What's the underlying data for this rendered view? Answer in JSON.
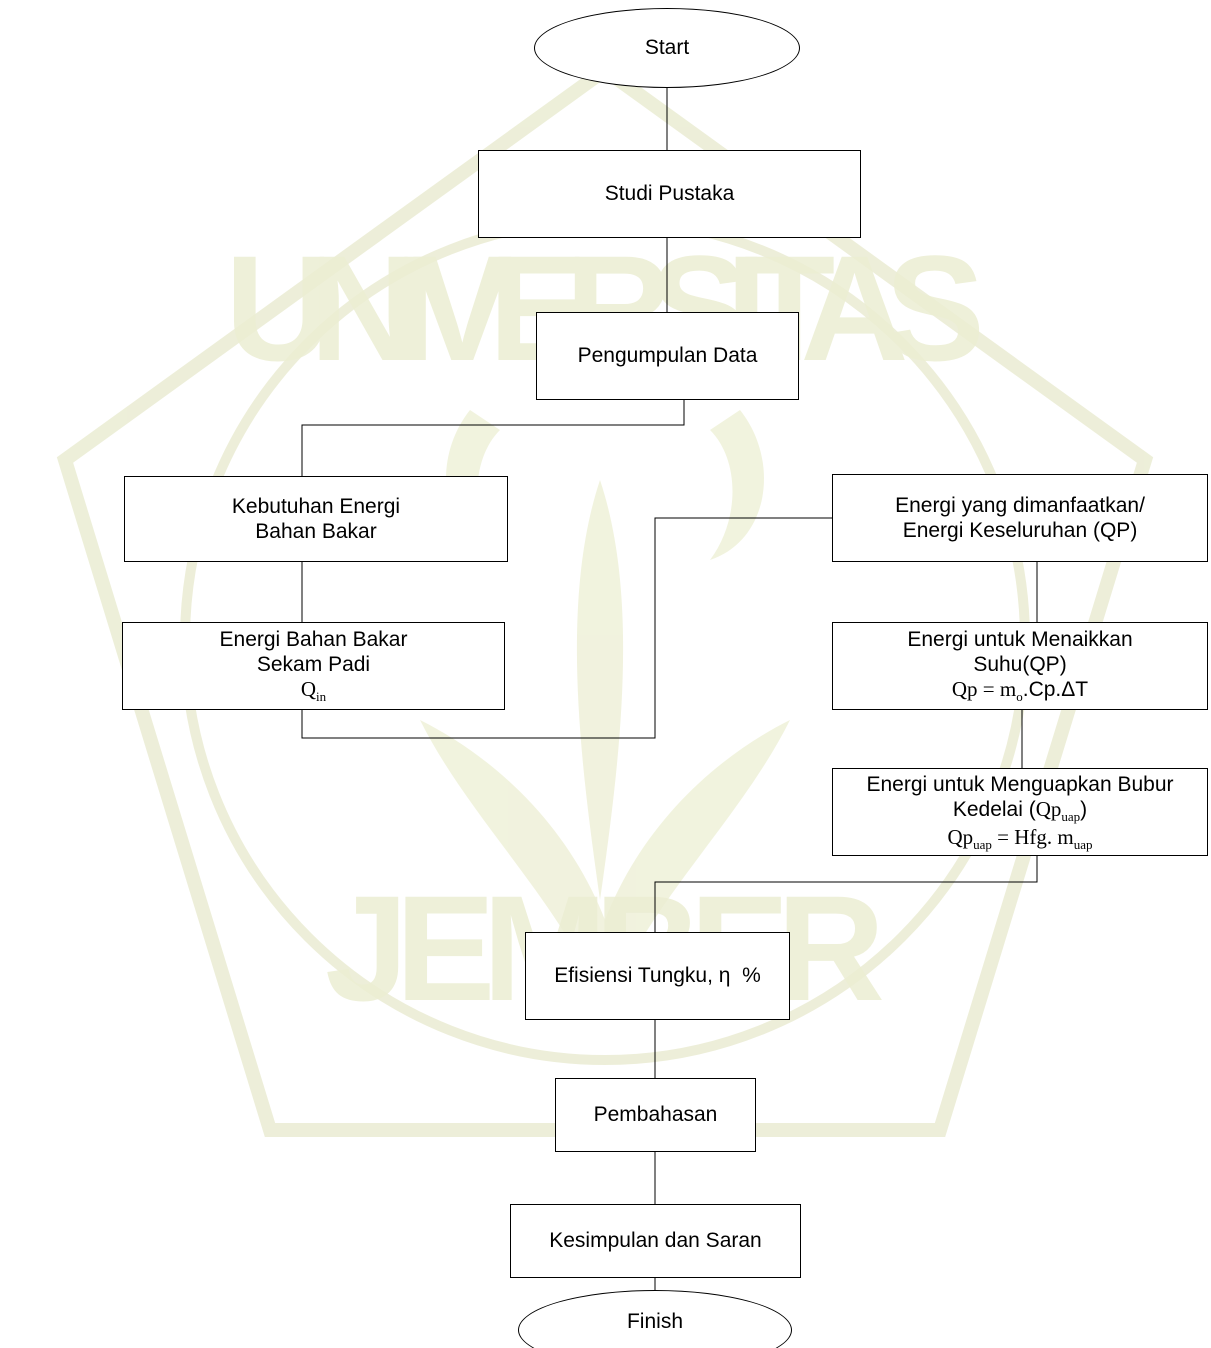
{
  "watermark": {
    "top_text": "UNIVERSITAS",
    "bottom_text": "JEMBER",
    "color": "#e9ebd0"
  },
  "start": "Start",
  "studi": "Studi Pustaka",
  "data": "Pengumpulan Data",
  "kebutuhan": {
    "line1": "Kebutuhan Energi",
    "line2": "Bahan Bakar"
  },
  "sekam": {
    "line1": "Energi Bahan Bakar",
    "line2": "Sekam Padi",
    "q_main": "Q",
    "q_sub": "in"
  },
  "dimanfaatkan": {
    "line1": "Energi yang dimanfaatkan/",
    "line2": "Energi Keseluruhan (QP)"
  },
  "menaikkan": {
    "line1": "Energi untuk Menaikkan",
    "line2": "Suhu(QP)",
    "f1": "Qp = m",
    "f1_sub": "o",
    "f2": ".Cp.ΔT"
  },
  "menguapkan": {
    "line1": "Energi untuk Menguapkan Bubur",
    "line2a": "Kedelai (",
    "line2b": "Qp",
    "line2_sub": "uap",
    "line2c": ")",
    "f1": "Qp",
    "f1_sub": "uap",
    "f2": " = Hfg. m",
    "f2_sub": "uap"
  },
  "efisiensi": "Efisiensi Tungku, η  %",
  "pembahasan": "Pembahasan",
  "kesimpulan": "Kesimpulan dan Saran",
  "finish": "Finish"
}
